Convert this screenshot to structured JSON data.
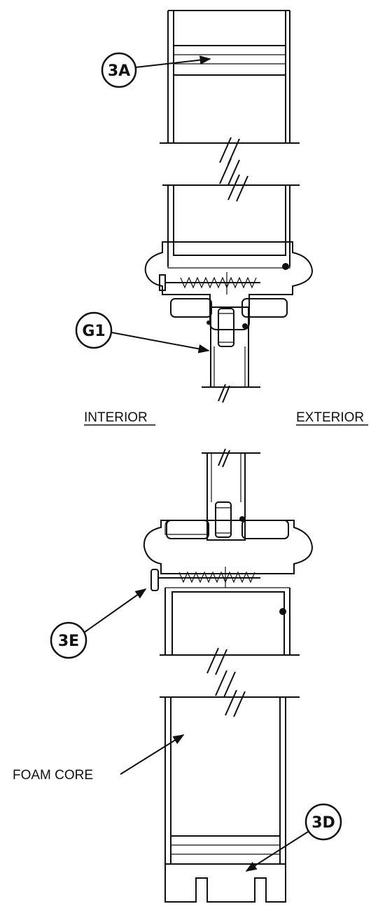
{
  "callouts": {
    "c3a": "3A",
    "g1": "G1",
    "c3e": "3E",
    "c3d": "3D"
  },
  "labels": {
    "interior": "INTERIOR",
    "exterior": "EXTERIOR",
    "foam_core": "FOAM CORE"
  }
}
